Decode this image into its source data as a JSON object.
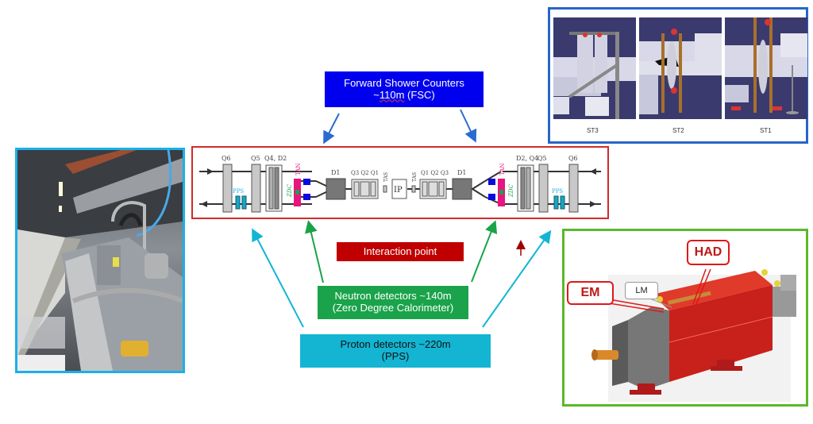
{
  "labels": {
    "fsc_line1": "Forward Shower Counters",
    "fsc_line2_prefix": "~",
    "fsc_line2_distance": "110m",
    "fsc_line2_suffix": " (FSC)",
    "interaction_point": "Interaction point",
    "zdc_line1": "Neutron detectors ~140m",
    "zdc_line2": "(Zero Degree Calorimeter)",
    "pps_line1": "Proton detectors ~220m",
    "pps_line2": "(PPS)"
  },
  "beamline": {
    "left": {
      "q6": "Q6",
      "q5": "Q5",
      "q4d2": "Q4, D2",
      "tan": "TAN",
      "zdc": "ZDC",
      "pps": "PPS",
      "d1": "D1",
      "q3q2q1": "Q3 Q2 Q1",
      "tas": "TAS"
    },
    "ip": "IP",
    "right": {
      "tas": "TAS",
      "q1q2q3": "Q1 Q2 Q3",
      "d1": "D1",
      "tan": "TAN",
      "zdc": "ZDC",
      "d2q4": "D2, Q4",
      "q5": "Q5",
      "q6": "Q6",
      "pps": "PPS"
    }
  },
  "fsc_panel": {
    "stations": [
      "ST3",
      "ST2",
      "ST1"
    ]
  },
  "zdc_panel": {
    "callouts": {
      "em": "EM",
      "lm": "LM",
      "had": "HAD"
    }
  },
  "colors": {
    "fsc": "#0000ee",
    "ip": "#c00000",
    "zdc": "#1aa34a",
    "pps": "#13b5d3",
    "beamline_border": "#d42a2a",
    "tan": "#e8157f",
    "tunnel_border": "#1ab0e8",
    "fsc_photo_border": "#2666c9",
    "zdc_photo_border": "#5ab82b"
  }
}
